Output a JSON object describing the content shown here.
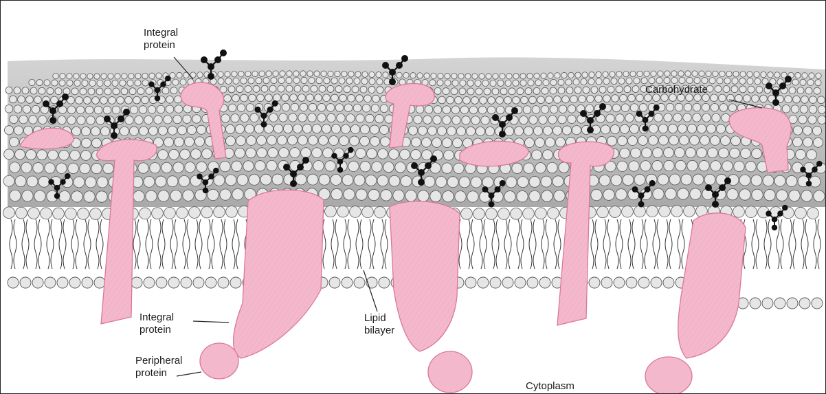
{
  "labels": {
    "integral_top": [
      "Integral",
      "protein"
    ],
    "carbohydrate": "Carbohydrate",
    "integral_bottom": [
      "Integral",
      "protein"
    ],
    "peripheral": [
      "Peripheral",
      "protein"
    ],
    "lipid": [
      "Lipid",
      "bilayer"
    ],
    "cytoplasm": "Cytoplasm"
  },
  "colors": {
    "protein_fill": "#f4b8cc",
    "protein_edge": "#d9779a",
    "surface_gray": "#d2d2d2",
    "head_fill": "#e6e6e6",
    "head_edge": "#555555",
    "sugar": "#111111"
  },
  "icons": [
    "carbohydrate-chain-icon",
    "phospholipid-head-icon",
    "lipid-tail-icon"
  ]
}
